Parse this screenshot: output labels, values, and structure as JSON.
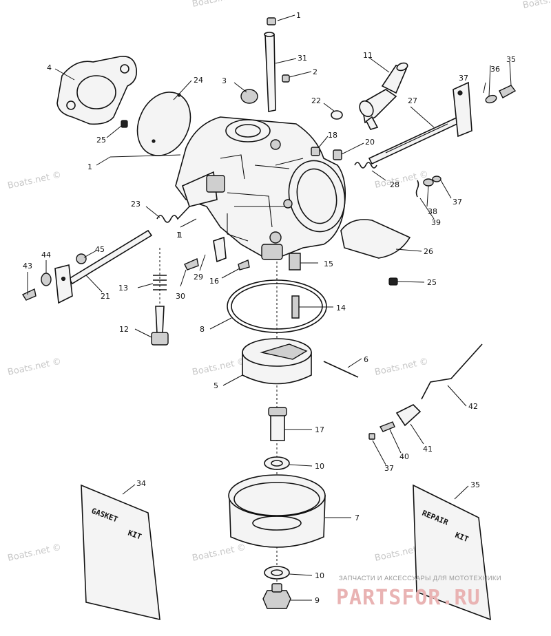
{
  "watermark": "Boats.net ©",
  "callouts": [
    "1",
    "1",
    "2",
    "3",
    "4",
    "24",
    "25",
    "1",
    "31",
    "11",
    "35",
    "36",
    "37",
    "27",
    "22",
    "18",
    "20",
    "28",
    "37",
    "38",
    "39",
    "23",
    "1",
    "45",
    "44",
    "43",
    "21",
    "13",
    "30",
    "29",
    "16",
    "15",
    "26",
    "25",
    "14",
    "12",
    "8",
    "6",
    "5",
    "42",
    "17",
    "10",
    "41",
    "40",
    "37",
    "34",
    "7",
    "35",
    "10",
    "9"
  ],
  "kits": {
    "gasket": [
      "GASKET",
      "KIT"
    ],
    "repair": [
      "REPAIR",
      "KIT"
    ]
  },
  "footer": {
    "tagline": "ЗАПЧАСТИ И АКСЕССУАРЫ ДЛЯ МОТОТЕХНИКИ",
    "logo_a": "PARTS",
    "logo_b": "FOR",
    "logo_c": ".RU",
    "logo_color": "#e9b3b3"
  }
}
